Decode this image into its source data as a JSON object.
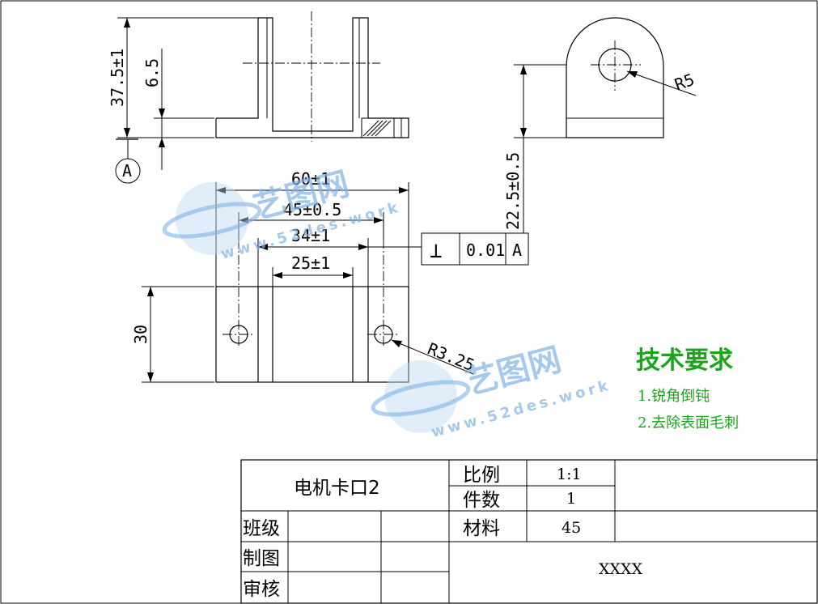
{
  "dimensions": {
    "height_total": "37.5±1",
    "height_step": "6.5",
    "height_right": "22.5±0.5",
    "radius_top": "R5",
    "width_overall": "60±1",
    "width_inner": "45±0.5",
    "hole_spacing": "34±1",
    "slot_width": "25±1",
    "height_bottom": "30",
    "hole_radius": "R3.25"
  },
  "datum": {
    "label": "A"
  },
  "tolerance_frame": {
    "symbol": "⊥",
    "value": "0.01",
    "datum": "A"
  },
  "technical_requirements": {
    "title": "技术要求",
    "items": [
      "1.锐角倒钝",
      "2.去除表面毛刺"
    ]
  },
  "title_block": {
    "part_name": "电机卡口2",
    "scale_label": "比例",
    "scale_value": "1:1",
    "qty_label": "件数",
    "qty_value": "1",
    "material_label": "材料",
    "material_value": "45",
    "class_label": "班级",
    "drawn_label": "制图",
    "check_label": "审核",
    "company": "XXXX"
  },
  "watermark": {
    "brand": "艺图网",
    "url": "www.52des.work"
  },
  "colors": {
    "line": "#000000",
    "requirements": "#1aa51a",
    "watermark": "#7fb3e6"
  }
}
